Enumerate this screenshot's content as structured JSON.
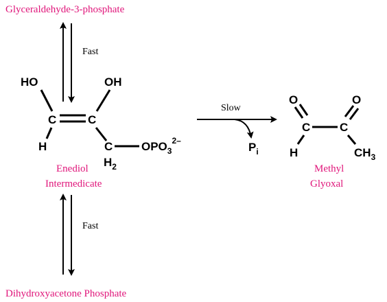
{
  "colors": {
    "compound_label": "#e0157a",
    "structure": "#000000"
  },
  "compounds": {
    "top": "Glyceraldehyde-3-phosphate",
    "bottom": "Dihydroxyacetone Phosphate",
    "intermediate_line1": "Enediol",
    "intermediate_line2": "Intermedicate",
    "product_line1": "Methyl",
    "product_line2": "Glyoxal"
  },
  "arrows": {
    "top_rate": "Fast",
    "bottom_rate": "Fast",
    "product_rate": "Slow"
  },
  "enediol": {
    "left_oh": "HO",
    "right_oh": "OH",
    "c1": "C",
    "c2": "C",
    "h": "H",
    "c3": "C",
    "ch2_main": "H",
    "ch2_sub": "2",
    "phosphate_main": "OPO",
    "phosphate_sub": "3",
    "phosphate_sup": "2–"
  },
  "byproduct": {
    "main": "P",
    "sub": "i"
  },
  "methylglyoxal": {
    "o1": "O",
    "o2": "O",
    "c1": "C",
    "c2": "C",
    "h": "H",
    "ch3_main": "CH",
    "ch3_sub": "3"
  }
}
